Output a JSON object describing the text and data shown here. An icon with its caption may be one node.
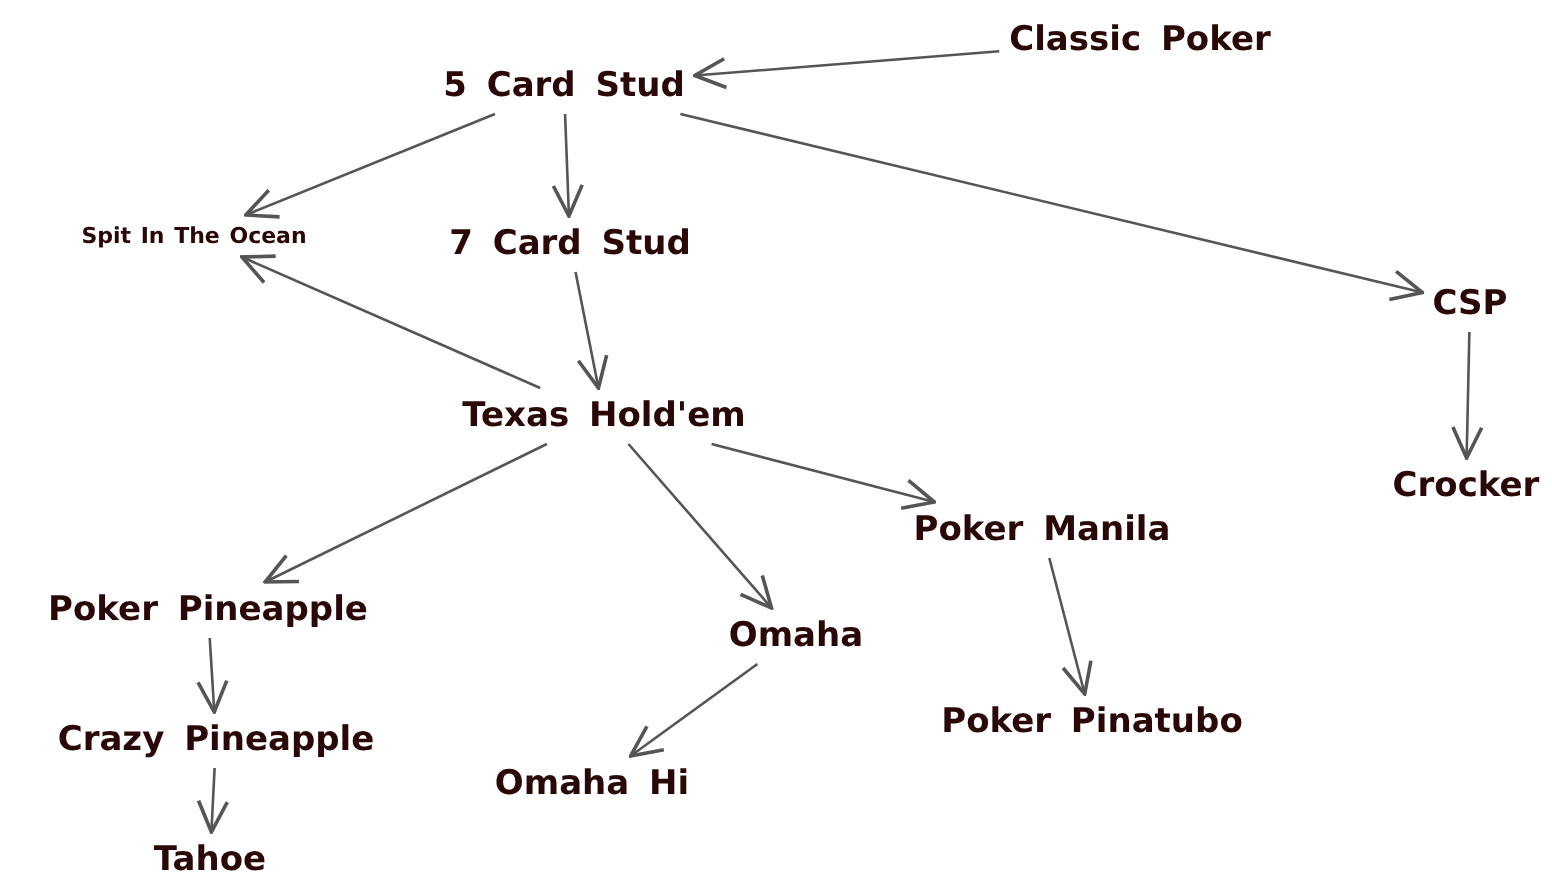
{
  "diagram": {
    "nodes": [
      {
        "text": [
          "Classic Poker"
        ]
      },
      {
        "text": [
          "5 Card Stud"
        ]
      },
      {
        "text": [
          "Spit In The Ocean"
        ]
      },
      {
        "text": [
          "7 Card Stud"
        ]
      },
      {
        "text": [
          "CSP"
        ]
      },
      {
        "text": [
          "Texas Hold'em"
        ]
      },
      {
        "text": [
          "Crocker"
        ]
      },
      {
        "text": [
          "Poker Manila"
        ]
      },
      {
        "text": [
          "Poker Pineapple"
        ]
      },
      {
        "text": [
          "Omaha"
        ]
      },
      {
        "text": [
          "Crazy Pineapple"
        ]
      },
      {
        "text": [
          "Omaha Hi"
        ]
      },
      {
        "text": [
          "Poker Pinatubo"
        ]
      },
      {
        "text": [
          "Tahoe"
        ]
      }
    ],
    "edges": [
      {
        "from": 0,
        "to": 1,
        "arrow": "to"
      },
      {
        "from": 1,
        "to": 2,
        "arrow": "to"
      },
      {
        "from": 1,
        "to": 3,
        "arrow": "to"
      },
      {
        "from": 1,
        "to": 4,
        "arrow": "to"
      },
      {
        "from": 3,
        "to": 5,
        "arrow": "to"
      },
      {
        "from": 5,
        "to": 2,
        "arrow": "to"
      },
      {
        "from": 4,
        "to": 6,
        "arrow": "to"
      },
      {
        "from": 5,
        "to": 7,
        "arrow": "to"
      },
      {
        "from": 5,
        "to": 8,
        "arrow": "to"
      },
      {
        "from": 5,
        "to": 9,
        "arrow": "to"
      },
      {
        "from": 8,
        "to": 10,
        "arrow": "to"
      },
      {
        "from": 9,
        "to": 11,
        "arrow": "to"
      },
      {
        "from": 7,
        "to": 12,
        "arrow": "to"
      },
      {
        "from": 10,
        "to": 13,
        "arrow": "to"
      }
    ]
  }
}
